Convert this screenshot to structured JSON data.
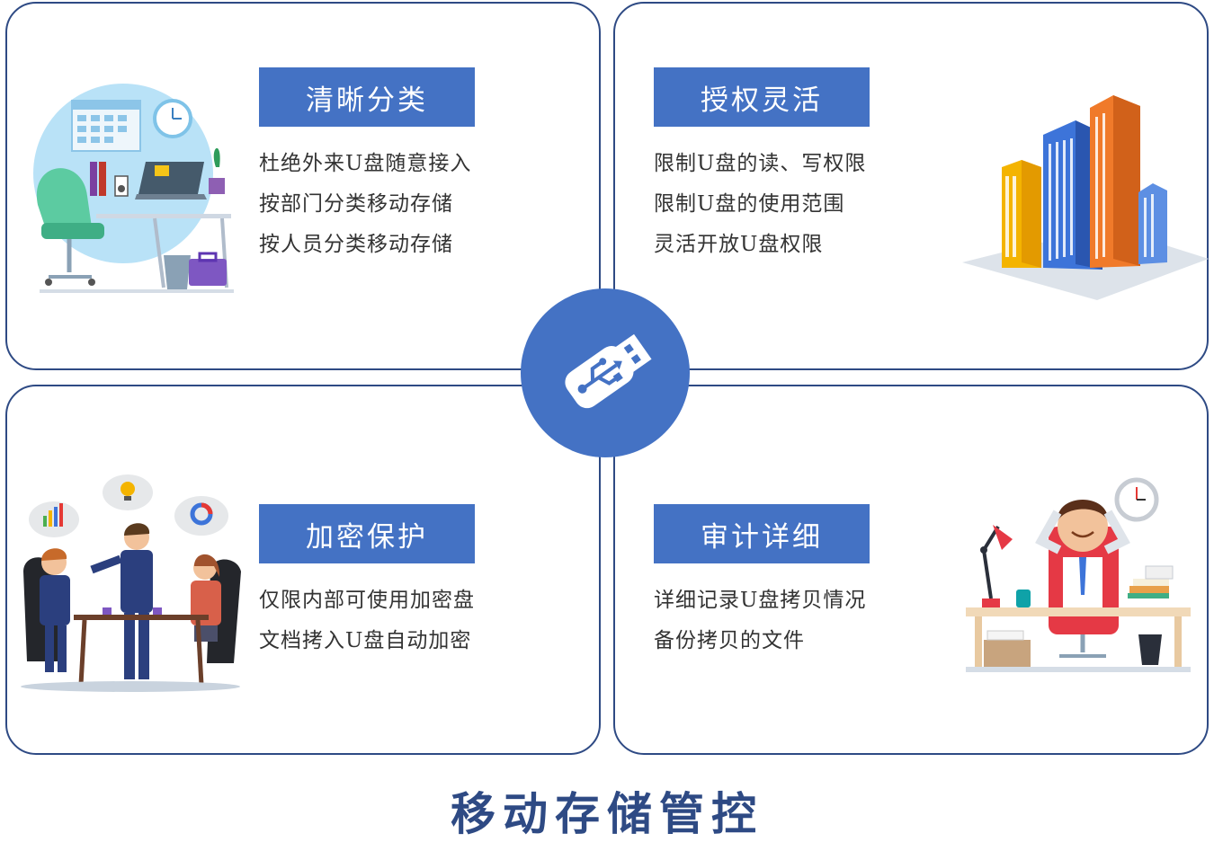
{
  "title": "移动存储管控",
  "hub": {
    "icon": "usb-drive-icon"
  },
  "colors": {
    "accent": "#4472c4",
    "border": "#2e4a84",
    "text": "#333333"
  },
  "sections": [
    {
      "heading": "清晰分类",
      "lines": [
        "杜绝外来U盘随意接入",
        "按部门分类移动存储",
        "按人员分类移动存储"
      ],
      "illustration": "office-desk-illustration"
    },
    {
      "heading": "授权灵活",
      "lines": [
        "限制U盘的读、写权限",
        "限制U盘的使用范围",
        "灵活开放U盘权限"
      ],
      "illustration": "city-buildings-illustration"
    },
    {
      "heading": "加密保护",
      "lines": [
        "仅限内部可使用加密盘",
        "文档拷入U盘自动加密"
      ],
      "illustration": "business-meeting-illustration"
    },
    {
      "heading": "审计详细",
      "lines": [
        "详细记录U盘拷贝情况",
        "备份拷贝的文件"
      ],
      "illustration": "relaxed-manager-illustration"
    }
  ]
}
